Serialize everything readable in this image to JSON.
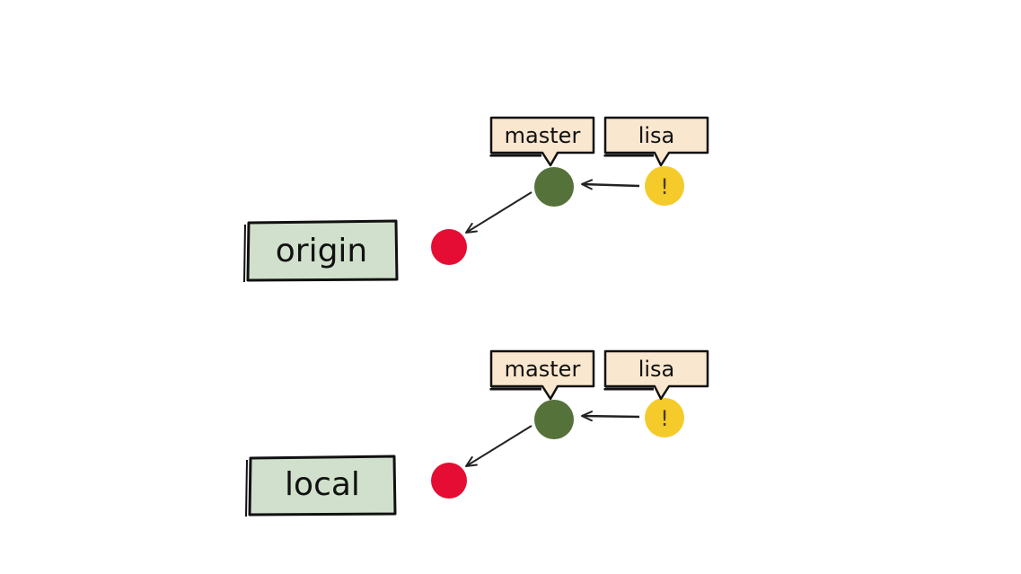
{
  "colors": {
    "repo_box_fill": "#d1e0cc",
    "tag_fill": "#fae7cf",
    "outline": "#111111",
    "commit_red": "#e50d33",
    "commit_green": "#55723a",
    "commit_yellow": "#f4cb2a",
    "arrow": "#222222"
  },
  "sections": [
    {
      "repo_label": "origin",
      "commits": [
        {
          "id": "red",
          "color": "commit_red",
          "mark": ""
        },
        {
          "id": "green",
          "color": "commit_green",
          "mark": ""
        },
        {
          "id": "yellow",
          "color": "commit_yellow",
          "mark": "!"
        }
      ],
      "branches": [
        {
          "label": "master",
          "points_to": "green"
        },
        {
          "label": "lisa",
          "points_to": "yellow"
        }
      ],
      "edges": [
        {
          "from": "green",
          "to": "red"
        },
        {
          "from": "yellow",
          "to": "green"
        }
      ]
    },
    {
      "repo_label": "local",
      "commits": [
        {
          "id": "red",
          "color": "commit_red",
          "mark": ""
        },
        {
          "id": "green",
          "color": "commit_green",
          "mark": ""
        },
        {
          "id": "yellow",
          "color": "commit_yellow",
          "mark": "!"
        }
      ],
      "branches": [
        {
          "label": "master",
          "points_to": "green"
        },
        {
          "label": "lisa",
          "points_to": "yellow"
        }
      ],
      "edges": [
        {
          "from": "green",
          "to": "red"
        },
        {
          "from": "yellow",
          "to": "green"
        }
      ]
    }
  ]
}
